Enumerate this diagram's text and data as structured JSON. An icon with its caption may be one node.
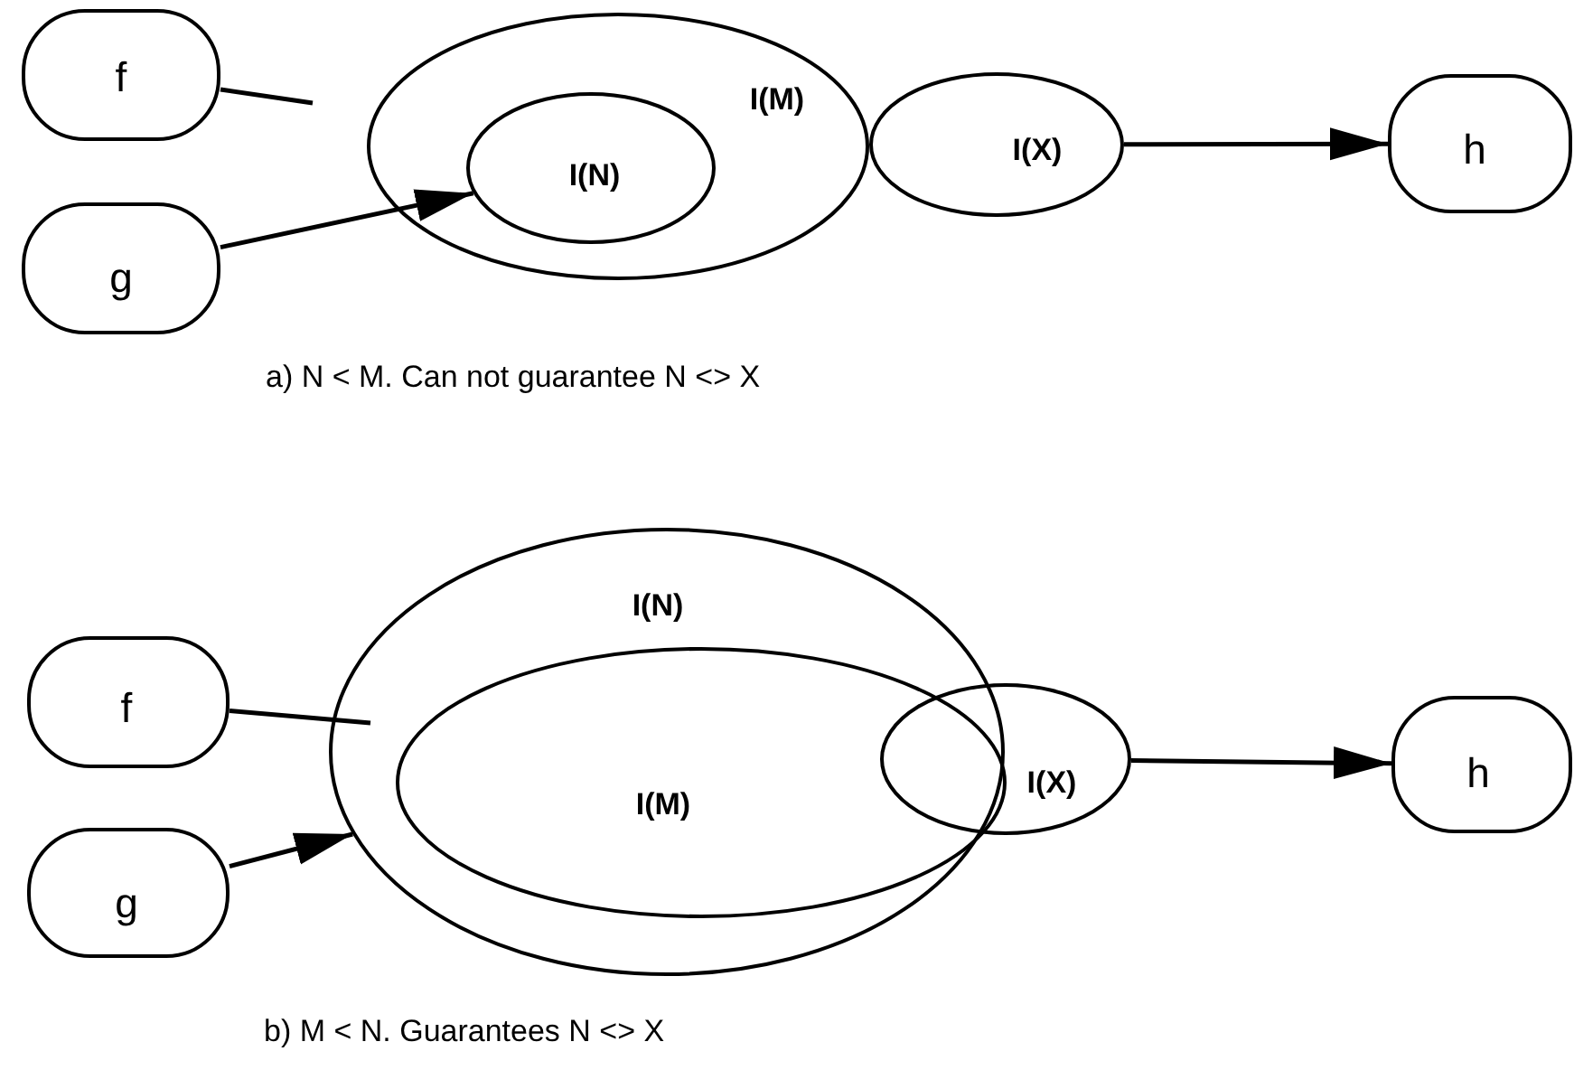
{
  "diagram": {
    "nodes": [
      {
        "text": [
          "f"
        ]
      },
      {
        "text": [
          "g"
        ]
      },
      {
        "text": [
          "I(M)"
        ]
      },
      {
        "text": [
          "I(N)"
        ],
        "in": 2
      },
      {
        "text": [
          "I(X)"
        ]
      },
      {
        "text": [
          "h"
        ]
      },
      {
        "text": [
          "f"
        ]
      },
      {
        "text": [
          "g"
        ]
      },
      {
        "text": [
          "I(N)"
        ]
      },
      {
        "text": [
          "I(M)"
        ],
        "in": 8
      },
      {
        "text": [
          "I(X)"
        ]
      },
      {
        "text": [
          "h"
        ]
      }
    ],
    "edges": [
      {
        "from": 0,
        "to": null,
        "arrow": "none"
      },
      {
        "from": 1,
        "to": 3,
        "arrow": "to"
      },
      {
        "from": 4,
        "to": 5,
        "arrow": "to"
      },
      {
        "from": 6,
        "to": null,
        "arrow": "none"
      },
      {
        "from": 7,
        "to": 8,
        "arrow": "to"
      },
      {
        "from": 10,
        "to": 11,
        "arrow": "to"
      }
    ],
    "labels": [
      "a) N < M. Can not guarantee N <> X",
      "b) M < N. Guarantees N <> X"
    ]
  }
}
